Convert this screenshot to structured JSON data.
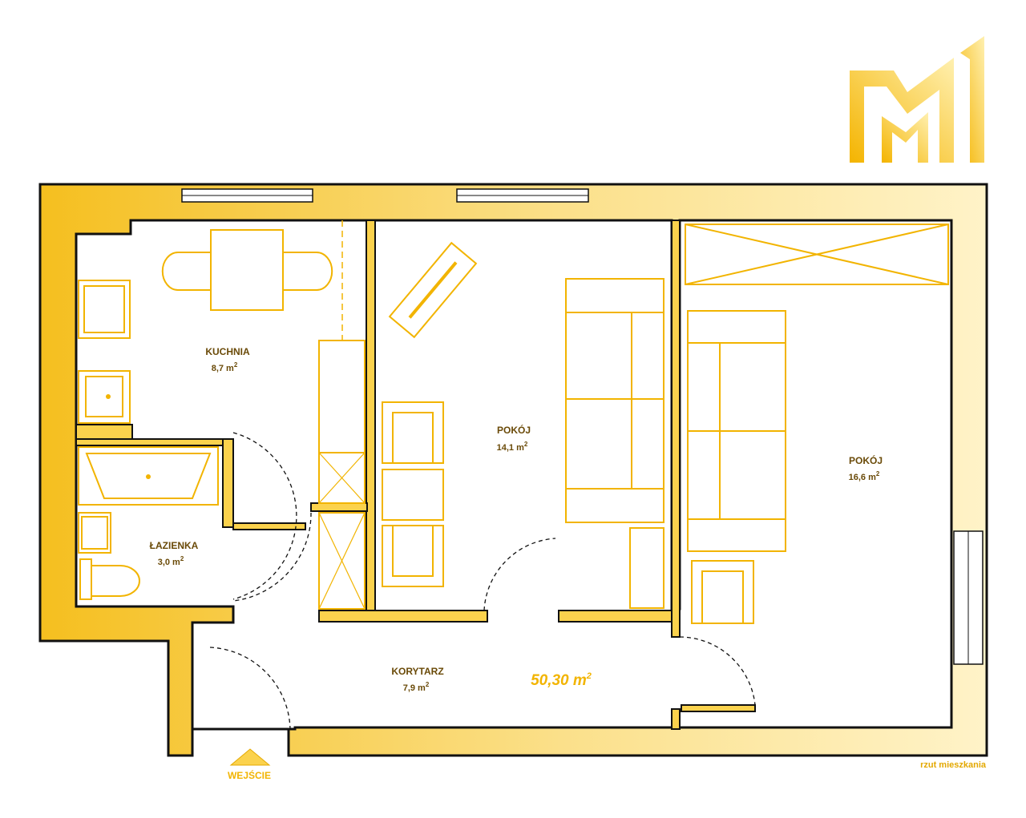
{
  "rooms": {
    "kitchen": {
      "name": "KUCHNIA",
      "area": "8,7 m",
      "sup": "2"
    },
    "room1": {
      "name": "POKÓJ",
      "area": "14,1 m",
      "sup": "2"
    },
    "room2": {
      "name": "POKÓJ",
      "area": "16,6 m",
      "sup": "2"
    },
    "bathroom": {
      "name": "ŁAZIENKA",
      "area": "3,0 m",
      "sup": "2"
    },
    "hallway": {
      "name": "KORYTARZ",
      "area": "7,9 m",
      "sup": "2"
    }
  },
  "total_area": {
    "value": "50,30 m",
    "sup": "2"
  },
  "entrance": "WEJŚCIE",
  "caption": "rzut mieszkania",
  "colors": {
    "gold": "#f2b400",
    "wall_light": "#fff2c4",
    "ink": "#111111"
  },
  "logo": {
    "icon": "m-monogram-logo"
  }
}
